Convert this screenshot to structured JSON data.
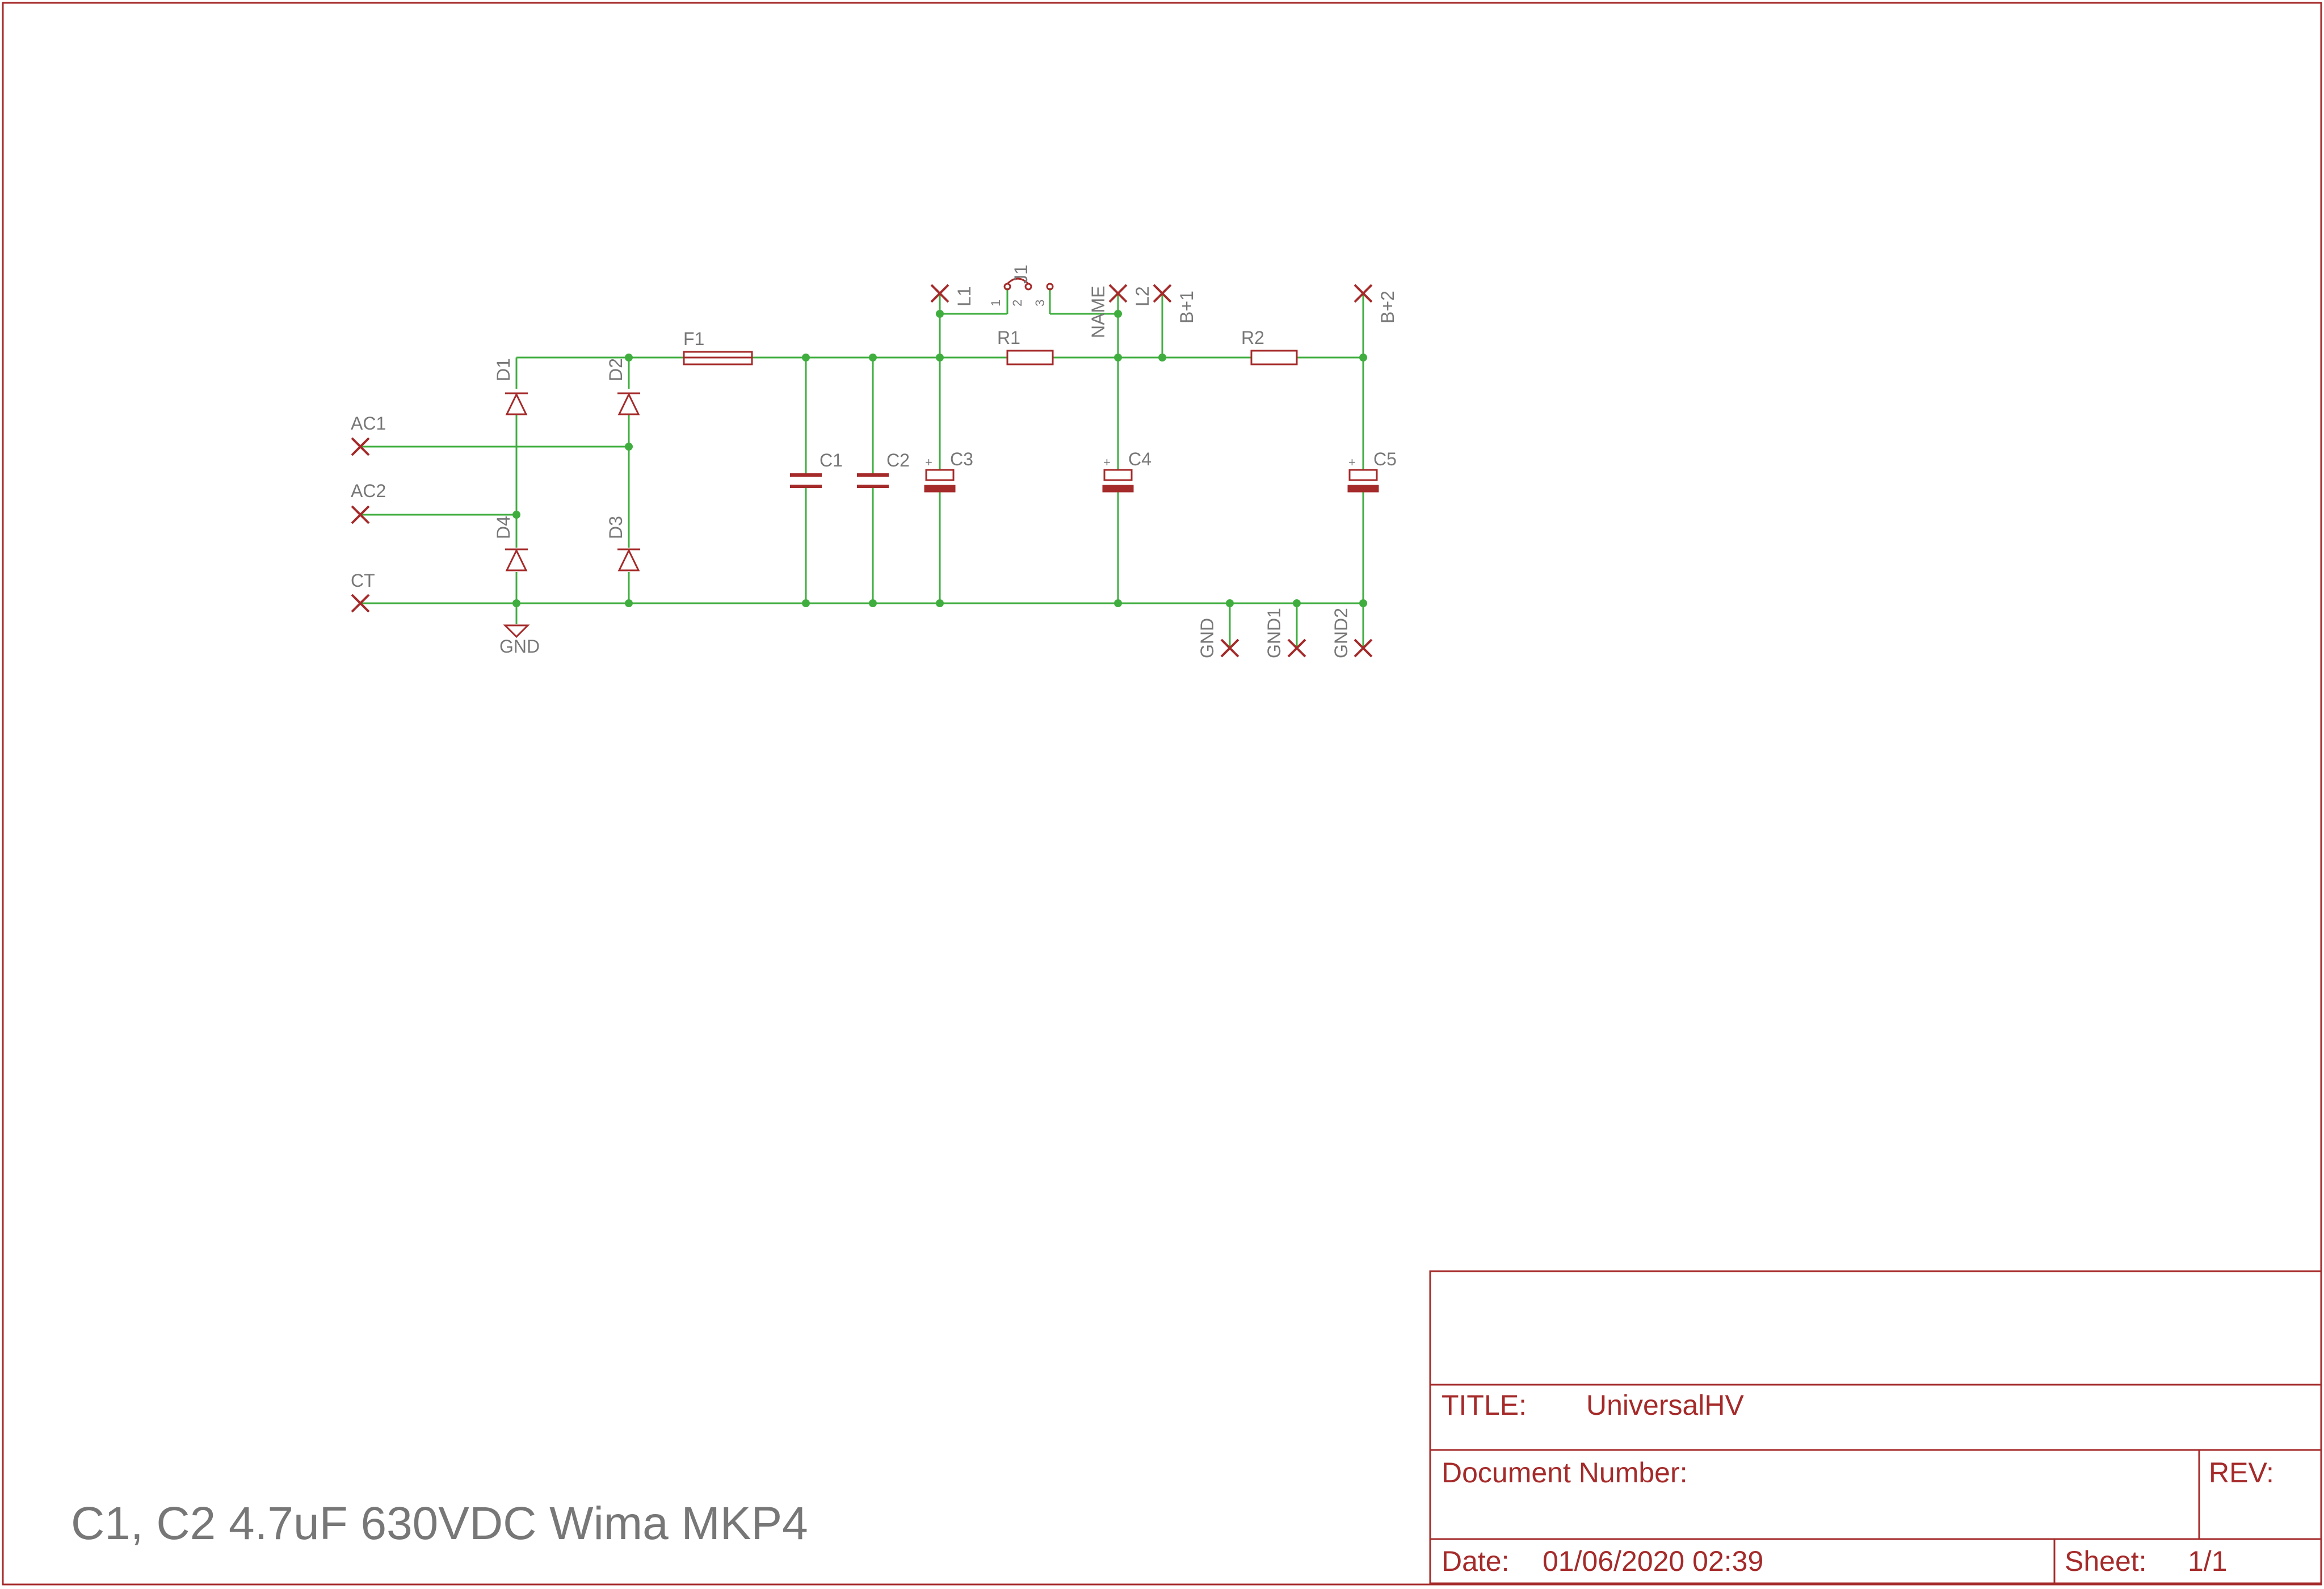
{
  "title_block": {
    "title_label": "TITLE:",
    "title_value": "UniversalHV",
    "document_number_label": "Document Number:",
    "rev_label": "REV:",
    "date_label": "Date:",
    "date_value": "01/06/2020 02:39",
    "sheet_label": "Sheet:",
    "sheet_value": "1/1"
  },
  "note": "C1, C2 4.7uF 630VDC Wima MKP4",
  "labels": {
    "AC1": "AC1",
    "AC2": "AC2",
    "CT": "CT",
    "GND": "GND",
    "D1": "D1",
    "D2": "D2",
    "D3": "D3",
    "D4": "D4",
    "F1": "F1",
    "C1": "C1",
    "C2": "C2",
    "C3": "C3",
    "C4": "C4",
    "C5": "C5",
    "R1": "R1",
    "R2": "R2",
    "L1": "L1",
    "L2": "L2",
    "J1": "J1",
    "NAME": "NAME",
    "Bp1": "B+1",
    "Bp2": "B+2",
    "GNDpin": "GND",
    "GND1": "GND1",
    "GND2": "GND2",
    "pin1": "1",
    "pin2": "2",
    "pin3": "3",
    "plus": "+"
  },
  "colors": {
    "wire": "#3fae3f",
    "part": "#a52a2a",
    "label": "#777777"
  }
}
